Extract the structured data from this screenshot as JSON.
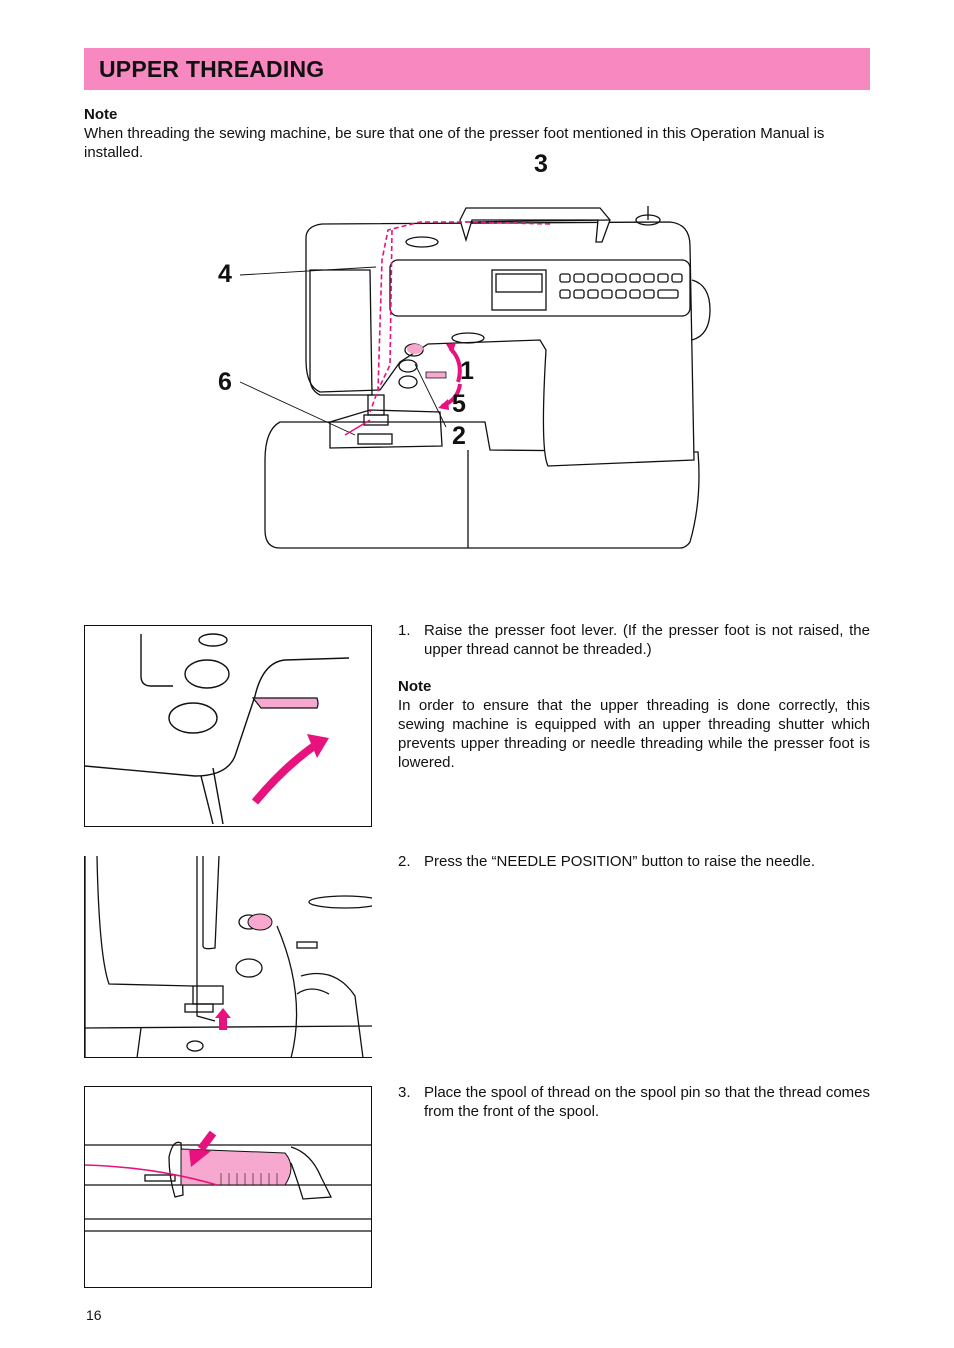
{
  "header": {
    "title": "UPPER THREADING"
  },
  "intro_note": {
    "label": "Note",
    "text": "When threading the sewing machine, be sure that one of the presser foot mentioned in this Operation Manual is installed."
  },
  "diagram": {
    "callouts": [
      "3",
      "4",
      "1",
      "6",
      "5",
      "2"
    ],
    "accent_color": "#e8127e"
  },
  "steps": [
    {
      "num": "1.",
      "text": "Raise the presser foot lever. (If the presser foot is not raised, the upper thread cannot be threaded.)",
      "note_label": "Note",
      "note_text": "In order to ensure that the upper threading is done correctly, this sewing machine is equipped with an upper threading shutter which prevents upper threading or needle threading while the presser foot is lowered."
    },
    {
      "num": "2.",
      "text": "Press the “NEEDLE POSITION” button to raise the needle."
    },
    {
      "num": "3.",
      "text": "Place the spool of thread on the spool pin so that the thread comes from the front of the spool."
    }
  ],
  "page_number": "16"
}
